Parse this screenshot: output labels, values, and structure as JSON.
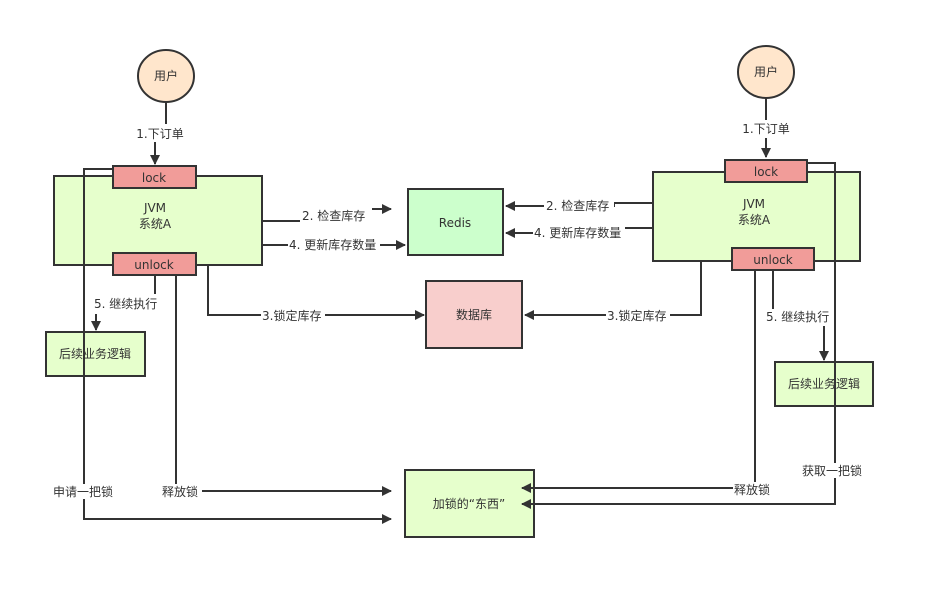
{
  "diagram": {
    "title": "",
    "colors": {
      "user": "#ffe6cc",
      "jvm": "#e6ffcc",
      "lock": "#f19c99",
      "redis": "#ccffcc",
      "db": "#f8cecc",
      "logic": "#e6ffcc",
      "lock_target": "#e6ffcc",
      "stroke": "#333333"
    },
    "left": {
      "user": "用户",
      "order_label": "1.下订单",
      "jvm_line1": "JVM",
      "jvm_line2": "系统A",
      "lock": "lock",
      "unlock": "unlock",
      "check_stock": "2. 检查库存",
      "update_stock": "4. 更新库存数量",
      "lock_stock": "3.锁定库存",
      "continue": "5. 继续执行",
      "logic": "后续业务逻辑",
      "request_lock": "申请一把锁",
      "release_lock": "释放锁"
    },
    "right": {
      "user": "用户",
      "order_label": "1.下订单",
      "jvm_line1": "JVM",
      "jvm_line2": "系统A",
      "lock": "lock",
      "unlock": "unlock",
      "check_stock": "2. 检查库存",
      "update_stock": "4. 更新库存数量",
      "lock_stock": "3.锁定库存",
      "continue": "5. 继续执行",
      "logic": "后续业务逻辑",
      "acquire_lock": "获取一把锁",
      "release_lock": "释放锁"
    },
    "center": {
      "redis": "Redis",
      "db": "数据库",
      "lock_target": "加锁的“东西”"
    }
  }
}
